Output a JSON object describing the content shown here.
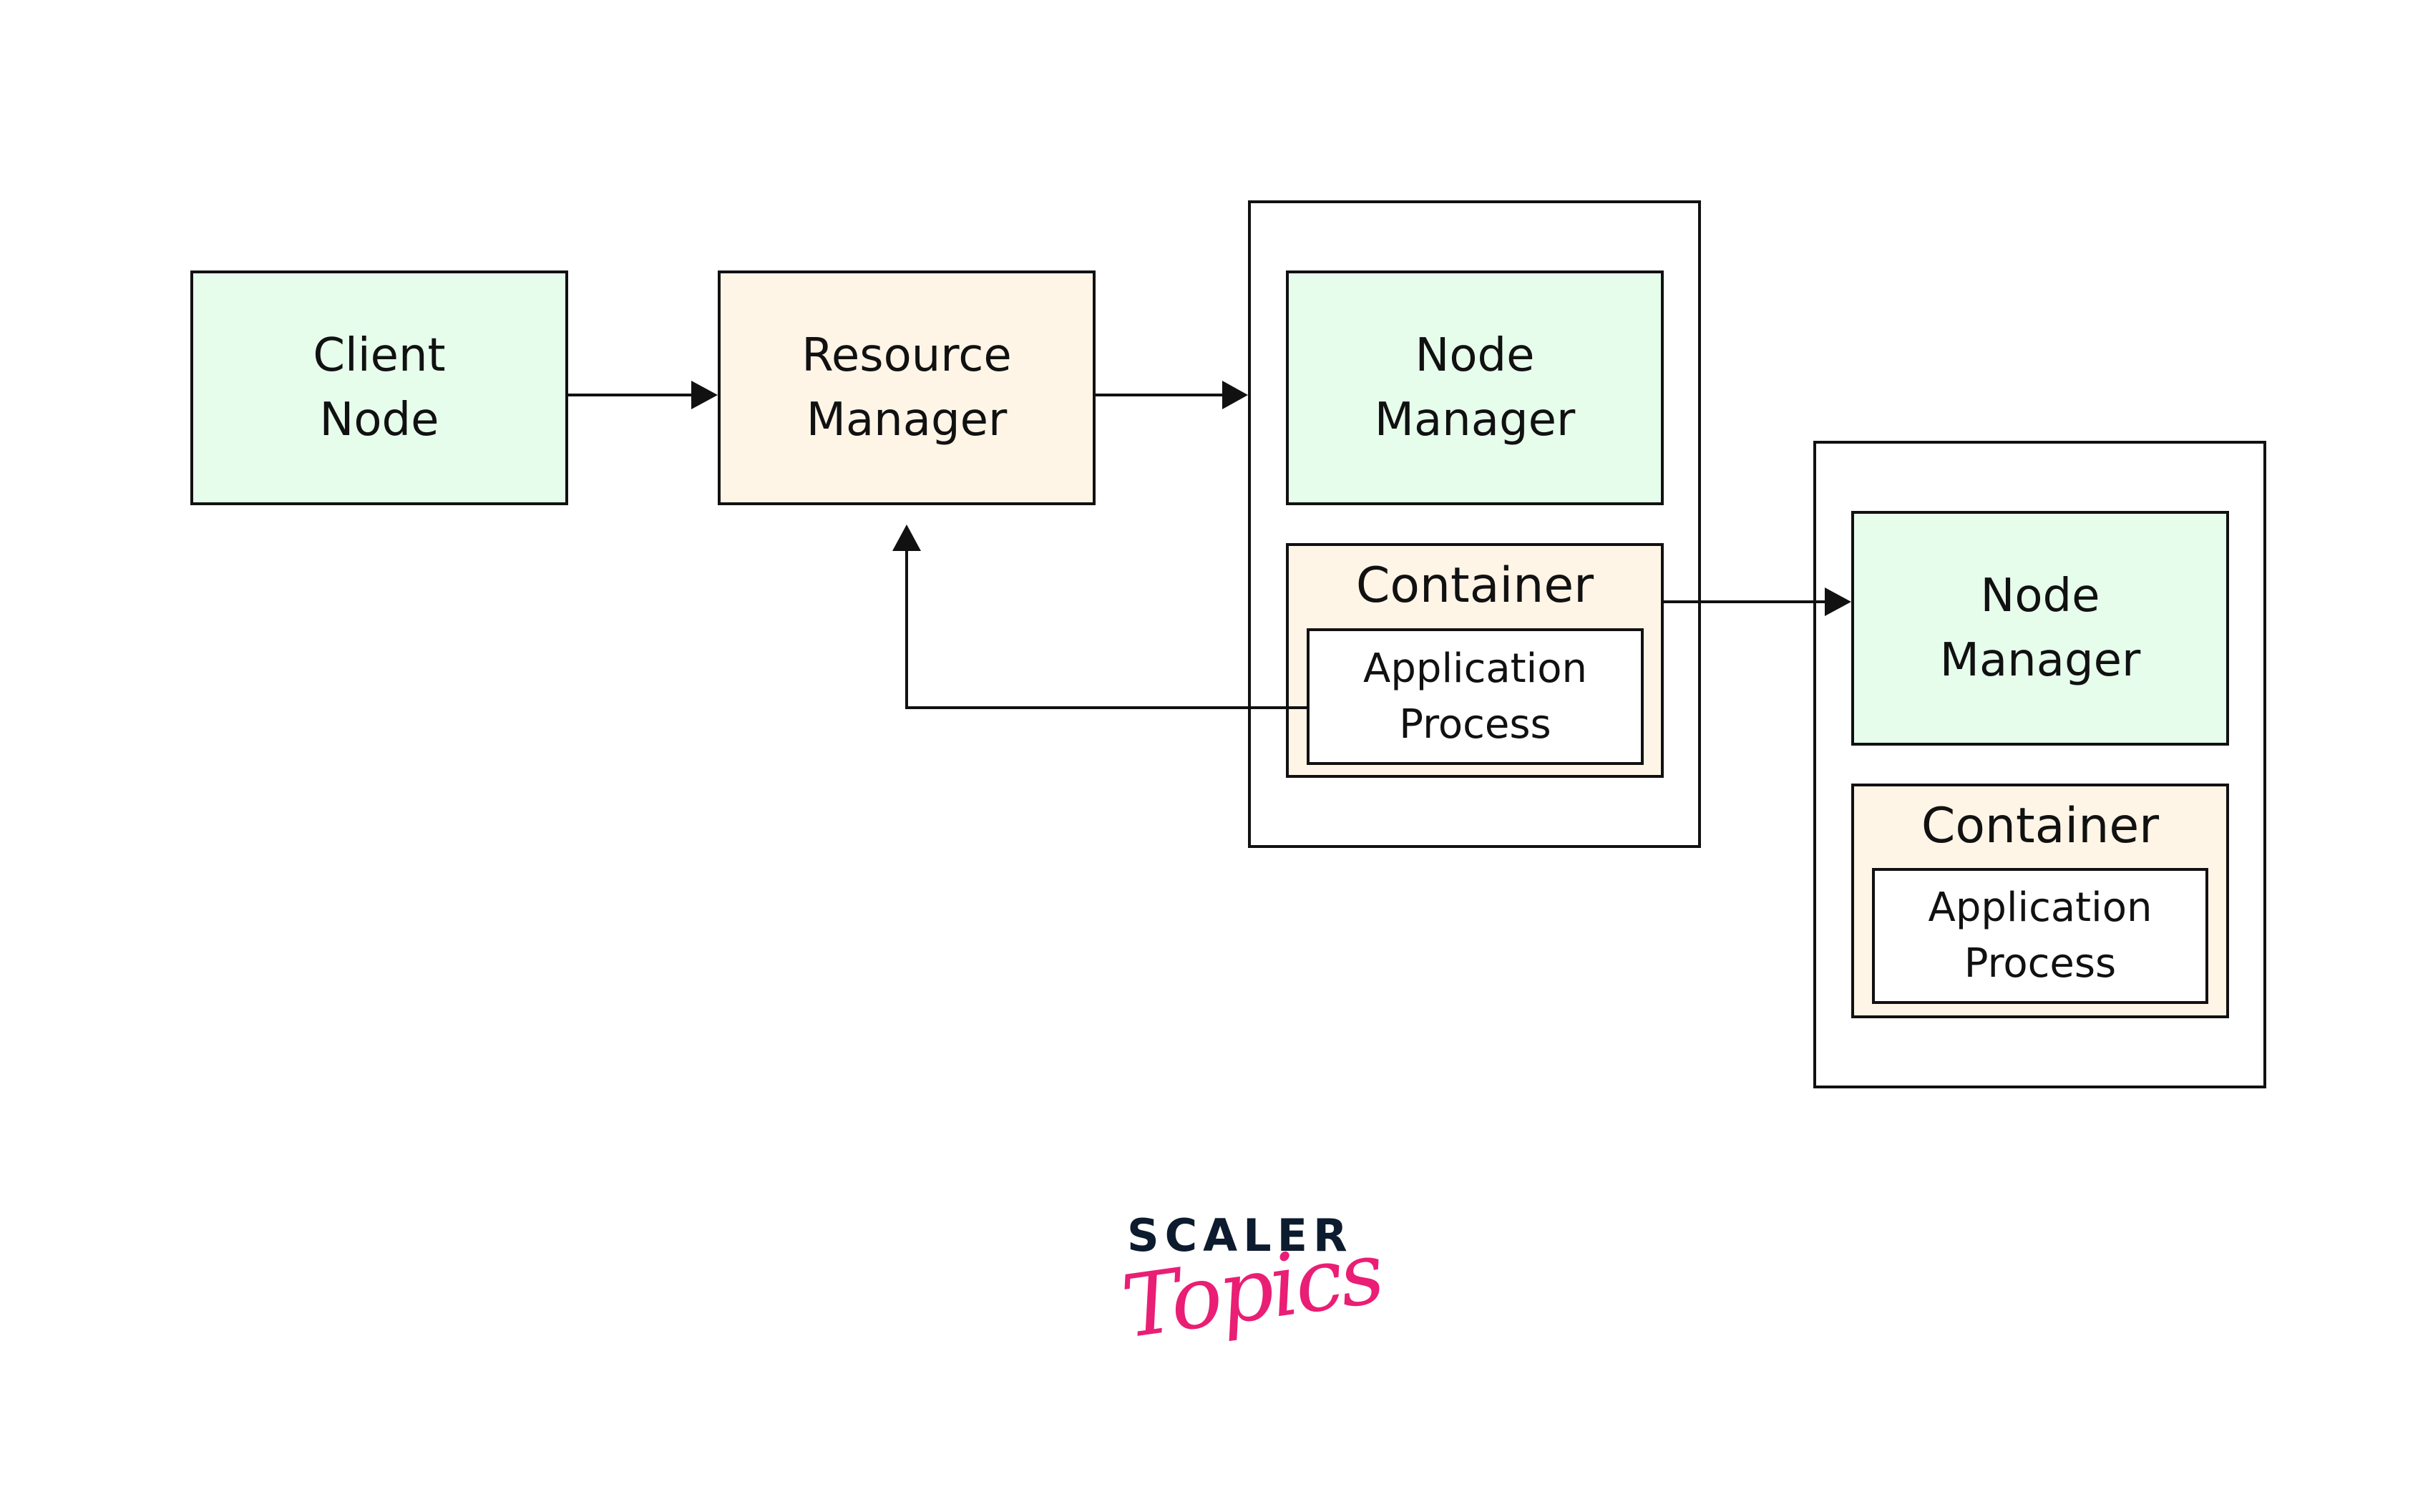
{
  "diagram": {
    "nodes": {
      "client_node": "Client\nNode",
      "resource_manager": "Resource\nManager",
      "node_manager_1": "Node\nManager",
      "container_1": "Container",
      "app_process_1": "Application\nProcess",
      "node_manager_2": "Node\nManager",
      "container_2": "Container",
      "app_process_2": "Application\nProcess"
    },
    "edges": [
      {
        "from": "client_node",
        "to": "resource_manager"
      },
      {
        "from": "resource_manager",
        "to": "node_1_group"
      },
      {
        "from": "container_1",
        "to": "node_manager_2"
      },
      {
        "from": "app_process_1",
        "to": "resource_manager"
      }
    ],
    "colors": {
      "green_fill": "#e6fdec",
      "cream_fill": "#fef5e7",
      "stroke": "#111111"
    }
  },
  "logo": {
    "brand": "SCALER",
    "subbrand": "Topics",
    "brand_color": "#0d1b2e",
    "subbrand_color": "#e91e74"
  }
}
